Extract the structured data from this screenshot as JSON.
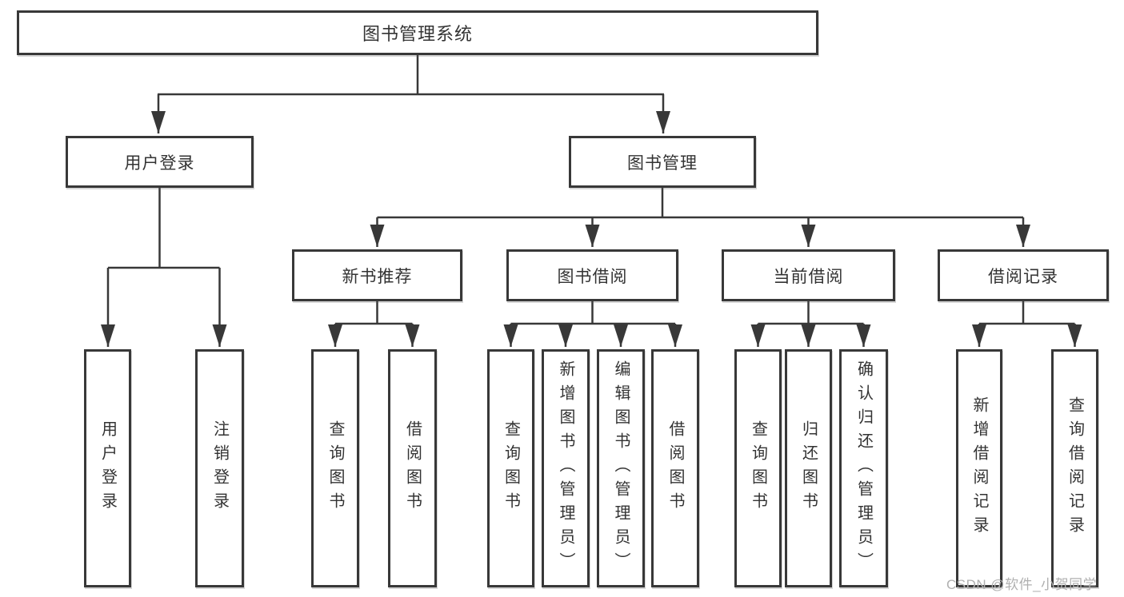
{
  "style": {
    "background": "#ffffff",
    "line_color": "#383838",
    "box_border_color": "#383838",
    "text_color": "#333333"
  },
  "nodes": {
    "root": "图书管理系统",
    "login": "用户登录",
    "mgmt": "图书管理",
    "login_children": [
      "用户登录",
      "注销登录"
    ],
    "groups": [
      {
        "label": "新书推荐",
        "children": [
          "查询图书",
          "借阅图书"
        ]
      },
      {
        "label": "图书借阅",
        "children": [
          "查询图书",
          "新增图书（管理员）",
          "编辑图书（管理员）",
          "借阅图书"
        ]
      },
      {
        "label": "当前借阅",
        "children": [
          "查询图书",
          "归还图书",
          "确认归还（管理员）"
        ]
      },
      {
        "label": "借阅记录",
        "children": [
          "新增借阅记录",
          "查询借阅记录"
        ]
      }
    ]
  },
  "watermark": {
    "text": "CSDN @软件_小贺同学",
    "color": "#b0b0b0"
  }
}
